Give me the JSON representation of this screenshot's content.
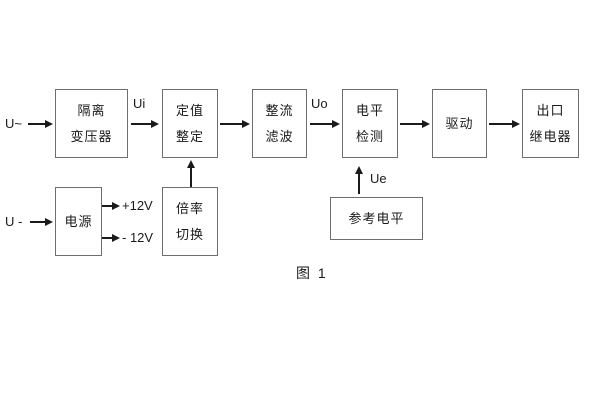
{
  "figure": {
    "caption": "图 1"
  },
  "boxes": {
    "isolation_transformer": {
      "line1": "隔离",
      "line2": "变压器"
    },
    "setting_adjust": {
      "line1": "定值",
      "line2": "整定"
    },
    "rectifier_filter": {
      "line1": "整流",
      "line2": "滤波"
    },
    "level_detect": {
      "line1": "电平",
      "line2": "检测"
    },
    "driver": {
      "line1": "驱动"
    },
    "output_relay": {
      "line1": "出口",
      "line2": "继电器"
    },
    "power_supply": {
      "line1": "电源"
    },
    "ratio_switch": {
      "line1": "倍率",
      "line2": "切换"
    },
    "reference_level": {
      "line1": "参考电平"
    }
  },
  "labels": {
    "input_ac": "U~",
    "input_dc": "U -",
    "ui": "Ui",
    "uo": "Uo",
    "ue": "Ue",
    "plus_12v": "+12V",
    "minus_12v": "- 12V"
  },
  "colors": {
    "background": "#ffffff",
    "box_border": "#6e6e6e",
    "text": "#1a1a1a",
    "line": "#1a1a1a"
  }
}
